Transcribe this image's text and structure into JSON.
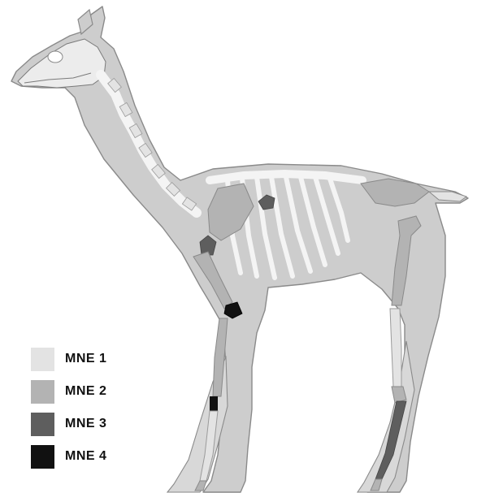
{
  "colors": {
    "background": "#ffffff",
    "body_fill": "#cdcdcd",
    "body_outline": "#8a8a8a",
    "bone_white": "#f4f4f4",
    "mne1": "#e3e3e3",
    "mne2": "#b3b3b3",
    "mne3": "#5e5e5e",
    "mne4": "#111111"
  },
  "legend": {
    "items": [
      {
        "label": "MNE 1",
        "color": "#e3e3e3"
      },
      {
        "label": "MNE 2",
        "color": "#b3b3b3"
      },
      {
        "label": "MNE 3",
        "color": "#5e5e5e"
      },
      {
        "label": "MNE 4",
        "color": "#111111"
      }
    ]
  }
}
